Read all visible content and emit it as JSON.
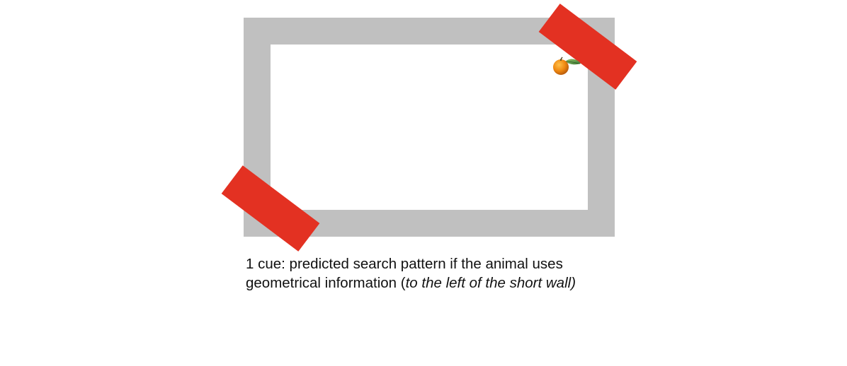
{
  "diagram": {
    "marker_color": "#e33122",
    "wall_color": "#c0c0c0",
    "reward_icon": "orange-fruit-icon"
  },
  "caption": {
    "line1": "1 cue: predicted search pattern if the animal uses",
    "line2_prefix": "geometrical information (",
    "line2_italic": "to the left of the short wall)"
  }
}
